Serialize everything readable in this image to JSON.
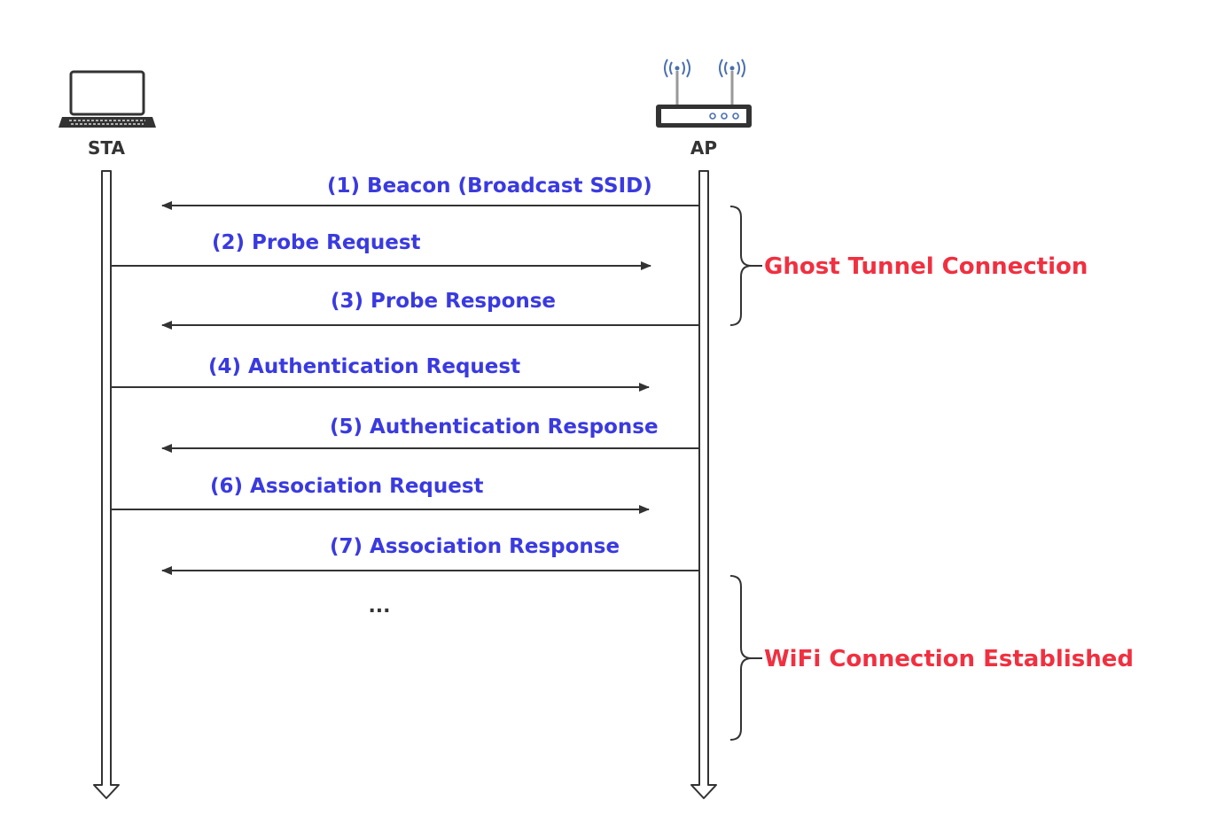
{
  "colors": {
    "message_text": "#3a3ae0",
    "group_text": "#f03040",
    "line": "#333333",
    "icon_blue": "#4a6fb0"
  },
  "actors": {
    "sta": {
      "label": "STA",
      "icon": "laptop-icon"
    },
    "ap": {
      "label": "AP",
      "icon": "router-icon"
    }
  },
  "messages": [
    {
      "label": "(1) Beacon (Broadcast SSID)",
      "direction": "ap-to-sta"
    },
    {
      "label": "(2) Probe Request",
      "direction": "sta-to-ap"
    },
    {
      "label": "(3) Probe Response",
      "direction": "ap-to-sta"
    },
    {
      "label": "(4) Authentication Request",
      "direction": "sta-to-ap"
    },
    {
      "label": "(5) Authentication Response",
      "direction": "ap-to-sta"
    },
    {
      "label": "(6) Association Request",
      "direction": "sta-to-ap"
    },
    {
      "label": "(7) Association Response",
      "direction": "ap-to-sta"
    }
  ],
  "ellipsis": "...",
  "groups": [
    {
      "label": "Ghost Tunnel Connection"
    },
    {
      "label": "WiFi Connection Established"
    }
  ]
}
